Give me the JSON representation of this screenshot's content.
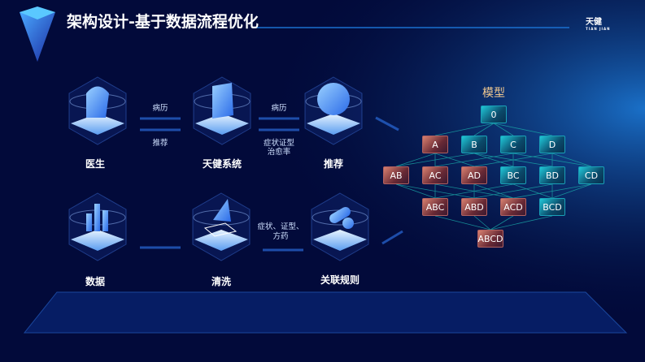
{
  "header": {
    "title": "架构设计-基于数据流程优化",
    "logo_text": "天健",
    "logo_sub": "TIAN JIAN"
  },
  "flow": {
    "nodes": [
      {
        "label": "医生",
        "icon": "doctor-head-icon"
      },
      {
        "label": "天健系统",
        "icon": "document-icon"
      },
      {
        "label": "推荐",
        "icon": "planet-icon"
      },
      {
        "label": "数据",
        "icon": "bar-chart-icon"
      },
      {
        "label": "清洗",
        "icon": "cleaning-shape-icon"
      },
      {
        "label": "关联规则",
        "icon": "molecule-icon"
      }
    ],
    "arrows": {
      "a1_top": "病历",
      "a1_bottom": "推荐",
      "a2_top": "病历",
      "a2_bottom_1": "症状证型",
      "a2_bottom_2": "治愈率",
      "a3_1": "症状、证型、",
      "a3_2": "方药"
    }
  },
  "model": {
    "title": "模型",
    "colors": {
      "red": "#8a3a40",
      "teal": "#0e6a88",
      "line": "#1aa8a8"
    },
    "rows": [
      [
        {
          "label": "0",
          "color": "teal"
        }
      ],
      [
        {
          "label": "A",
          "color": "red"
        },
        {
          "label": "B",
          "color": "teal"
        },
        {
          "label": "C",
          "color": "teal"
        },
        {
          "label": "D",
          "color": "teal"
        }
      ],
      [
        {
          "label": "AB",
          "color": "red"
        },
        {
          "label": "AC",
          "color": "red"
        },
        {
          "label": "AD",
          "color": "red"
        },
        {
          "label": "BC",
          "color": "teal"
        },
        {
          "label": "BD",
          "color": "teal"
        },
        {
          "label": "CD",
          "color": "teal"
        }
      ],
      [
        {
          "label": "ABC",
          "color": "red"
        },
        {
          "label": "ABD",
          "color": "red"
        },
        {
          "label": "ACD",
          "color": "red"
        },
        {
          "label": "BCD",
          "color": "teal"
        }
      ],
      [
        {
          "label": "ABCD",
          "color": "red"
        }
      ]
    ]
  }
}
